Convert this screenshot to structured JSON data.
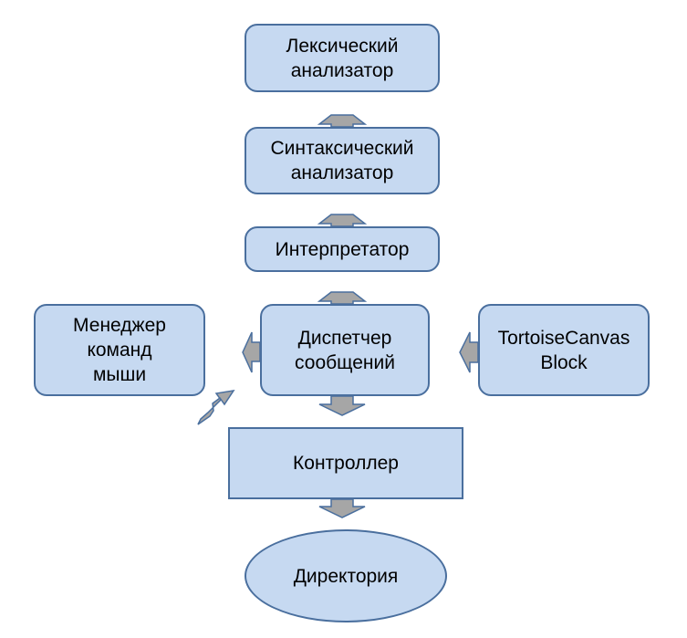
{
  "colors": {
    "node_fill": "#c6d9f1",
    "node_border": "#4a6f9e",
    "arrow_fill": "#a6a6a6",
    "arrow_border": "#4a6f9e"
  },
  "nodes": {
    "lexer": {
      "line1": "Лексический",
      "line2": "анализатор"
    },
    "parser": {
      "line1": "Синтаксический",
      "line2": "анализатор"
    },
    "interpreter": {
      "line1": "Интерпретатор"
    },
    "dispatcher": {
      "line1": "Диспетчер",
      "line2": "сообщений"
    },
    "mouse_manager": {
      "line1": "Менеджер",
      "line2": "команд",
      "line3": "мыши"
    },
    "canvas_block": {
      "line1": "TortoiseCanvas",
      "line2": "Block"
    },
    "controller": {
      "line1": "Контроллер"
    },
    "directory": {
      "line1": "Директория"
    }
  }
}
